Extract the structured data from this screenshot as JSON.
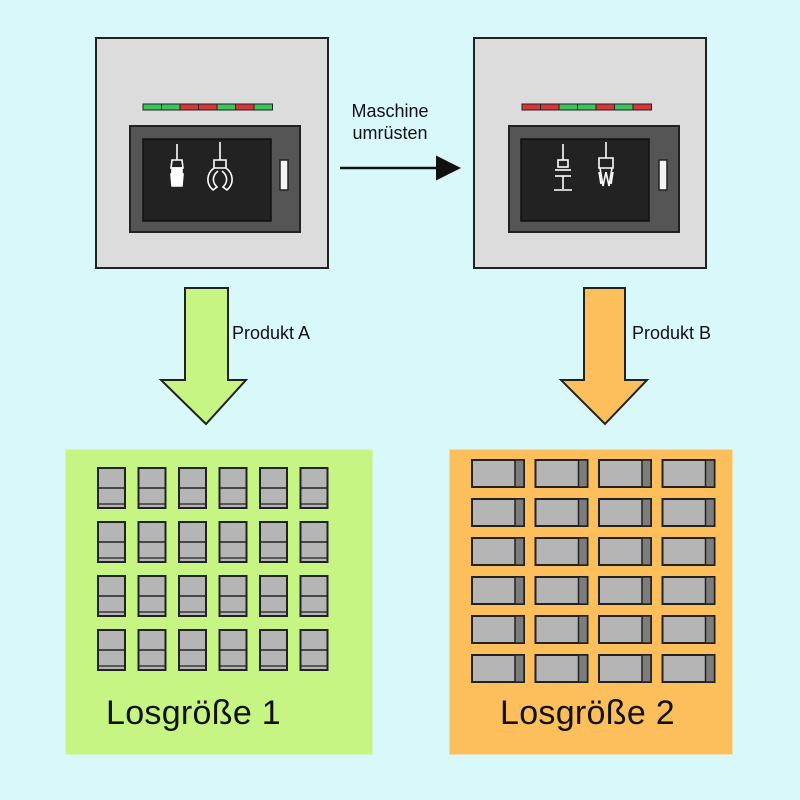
{
  "background": "#d9f8fa",
  "transition": {
    "line1": "Maschine",
    "line2": "umrüsten"
  },
  "machine_a": {
    "leds": [
      "green",
      "green",
      "red",
      "red",
      "green",
      "red",
      "green"
    ],
    "tools": [
      "suction-cup-tool-icon",
      "gripper-claw-tool-icon"
    ]
  },
  "machine_b": {
    "leds": [
      "red",
      "red",
      "green",
      "green",
      "red",
      "green",
      "red"
    ],
    "tools": [
      "spindle-tool-icon",
      "pointed-gripper-tool-icon"
    ]
  },
  "flow_a": {
    "label": "Produkt A",
    "color": "#c6f584"
  },
  "flow_b": {
    "label": "Produkt B",
    "color": "#fdbf5c"
  },
  "batch_1": {
    "title": "Losgröße 1",
    "color": "#c6f584",
    "rows": 4,
    "cols": 6,
    "item_orientation": "vertical"
  },
  "batch_2": {
    "title": "Losgröße 2",
    "color": "#fdbf5c",
    "rows": 6,
    "cols": 4,
    "item_orientation": "horizontal"
  },
  "colors": {
    "led_green": "#3bc45a",
    "led_red": "#d9343a",
    "machine_body": "#dcdcdc",
    "screen_frame": "#555555",
    "screen": "#222222",
    "item": "#b5b5b5"
  }
}
